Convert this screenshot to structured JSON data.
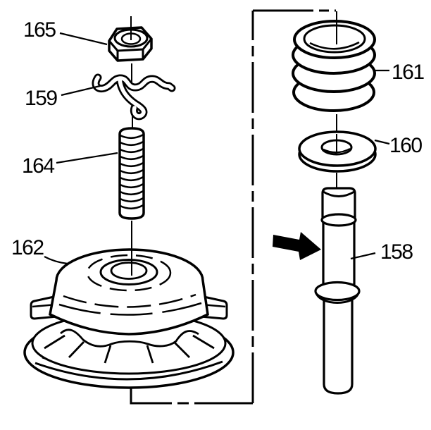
{
  "diagram": {
    "background_color": "#ffffff",
    "line_color": "#000000",
    "arrow_color": "#000000",
    "callouts": {
      "n165": "165",
      "n159": "159",
      "n164": "164",
      "n162": "162",
      "n161": "161",
      "n160": "160",
      "n158": "158"
    }
  }
}
